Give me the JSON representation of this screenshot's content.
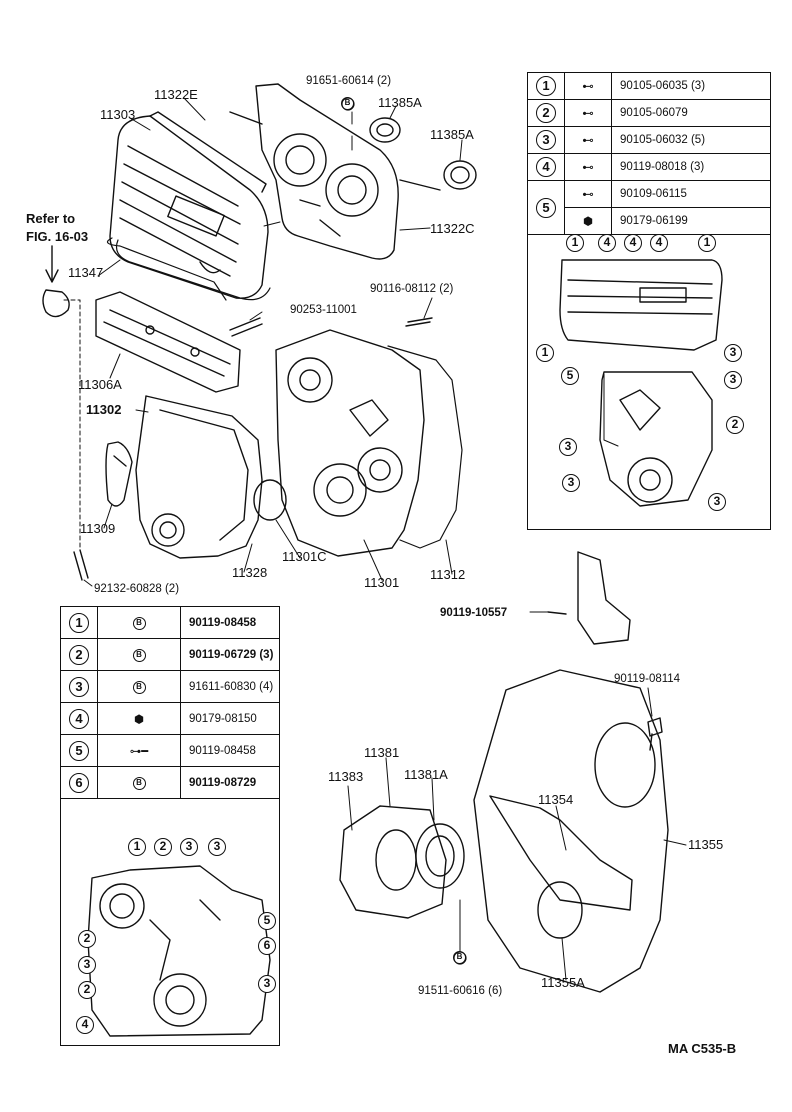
{
  "parts": {
    "p11322E": "11322E",
    "p11303": "11303",
    "p91651": "91651-60614 (2)",
    "p11385A_1": "11385A",
    "p11385A_2": "11385A",
    "refer": "Refer to",
    "fig": "FIG. 16-03",
    "p11322C": "11322C",
    "p11347": "11347",
    "p90253": "90253-11001",
    "p90116": "90116-08112 (2)",
    "p11306A": "11306A",
    "p11302": "11302",
    "p11309": "11309",
    "p11328": "11328",
    "p11301C": "11301C",
    "p11301": "11301",
    "p11312": "11312",
    "p92132": "92132-60828 (2)",
    "p90119_10557": "90119-10557",
    "p90119_08114": "90119-08114",
    "p11381": "11381",
    "p11383": "11383",
    "p11381A": "11381A",
    "p11354": "11354",
    "p11355": "11355",
    "p11355A": "11355A",
    "p91511": "91511-60616 (6)",
    "ref_code": "MA C535-B"
  },
  "legend_top": [
    {
      "n": "1",
      "part": "90105-06035 (3)"
    },
    {
      "n": "2",
      "part": "90105-06079"
    },
    {
      "n": "3",
      "part": "90105-06032 (5)"
    },
    {
      "n": "4",
      "part": "90119-08018 (3)"
    },
    {
      "n": "5",
      "part": "90109-06115"
    },
    {
      "n": "",
      "part": "90179-06199"
    }
  ],
  "legend_bottom": [
    {
      "n": "1",
      "part": "90119-08458"
    },
    {
      "n": "2",
      "part": "90119-06729 (3)"
    },
    {
      "n": "3",
      "part": "91611-60830 (4)"
    },
    {
      "n": "4",
      "part": "90179-08150"
    },
    {
      "n": "5",
      "part": "90119-08458"
    },
    {
      "n": "6",
      "part": "90119-08729"
    }
  ],
  "callouts_top": [
    "1",
    "4",
    "4",
    "4",
    "1",
    "1",
    "3",
    "5",
    "3",
    "3",
    "2",
    "3",
    "3"
  ],
  "callouts_bottom": [
    "1",
    "2",
    "3",
    "3",
    "2",
    "3",
    "2",
    "4",
    "5",
    "6",
    "3"
  ],
  "bolt_symbol": "B"
}
